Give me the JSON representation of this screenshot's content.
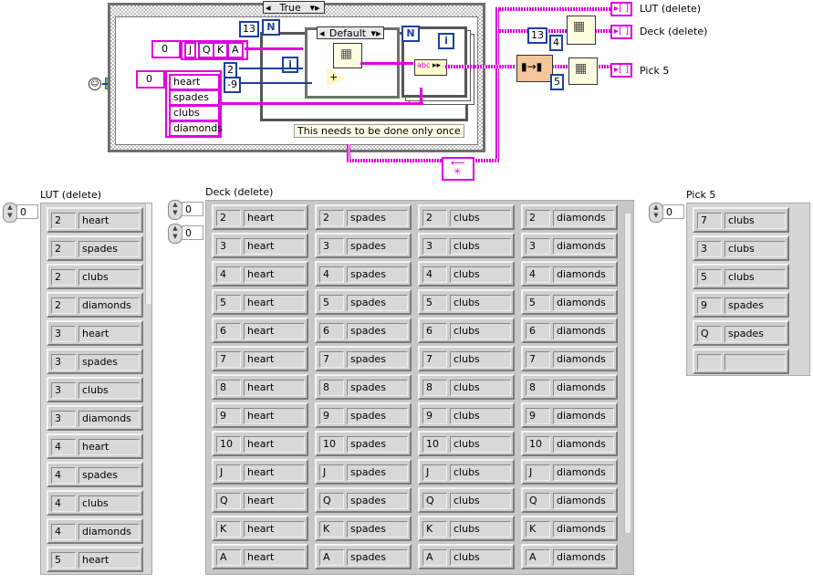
{
  "diagram": {
    "case_selector": "True",
    "inner_case_selector": "Default",
    "n_const_outer": "13",
    "face_values_index": "0",
    "face_values": [
      "J",
      "Q",
      "K",
      "A"
    ],
    "suits_index": "0",
    "suits": [
      "heart",
      "spades",
      "clubs",
      "diamonds"
    ],
    "const_2": "2",
    "const_neg9": "-9",
    "n_const_right": "13",
    "n_const_right2": "4",
    "n_const_pick": "5",
    "comment": "This needs to be done only once",
    "indicator_lut": "LUT (delete)",
    "indicator_deck": "Deck (delete)",
    "indicator_pick": "Pick 5",
    "loop_n_label": "N",
    "loop_i_label": "i"
  },
  "lut": {
    "label": "LUT (delete)",
    "index": "0",
    "rows": [
      [
        "2",
        "heart"
      ],
      [
        "2",
        "spades"
      ],
      [
        "2",
        "clubs"
      ],
      [
        "2",
        "diamonds"
      ],
      [
        "3",
        "heart"
      ],
      [
        "3",
        "spades"
      ],
      [
        "3",
        "clubs"
      ],
      [
        "3",
        "diamonds"
      ],
      [
        "4",
        "heart"
      ],
      [
        "4",
        "spades"
      ],
      [
        "4",
        "clubs"
      ],
      [
        "4",
        "diamonds"
      ],
      [
        "5",
        "heart"
      ]
    ]
  },
  "deck": {
    "label": "Deck (delete)",
    "index_row": "0",
    "index_col": "0",
    "rows": [
      [
        "2",
        "3",
        "4",
        "5",
        "6",
        "7",
        "8",
        "9",
        "10",
        "J",
        "Q",
        "K",
        "A"
      ]
    ],
    "suits": [
      "heart",
      "spades",
      "clubs",
      "diamonds"
    ]
  },
  "pick": {
    "label": "Pick 5",
    "index": "0",
    "rows": [
      [
        "7",
        "clubs"
      ],
      [
        "3",
        "clubs"
      ],
      [
        "5",
        "clubs"
      ],
      [
        "9",
        "spades"
      ],
      [
        "Q",
        "spades"
      ],
      [
        "",
        ""
      ]
    ]
  }
}
